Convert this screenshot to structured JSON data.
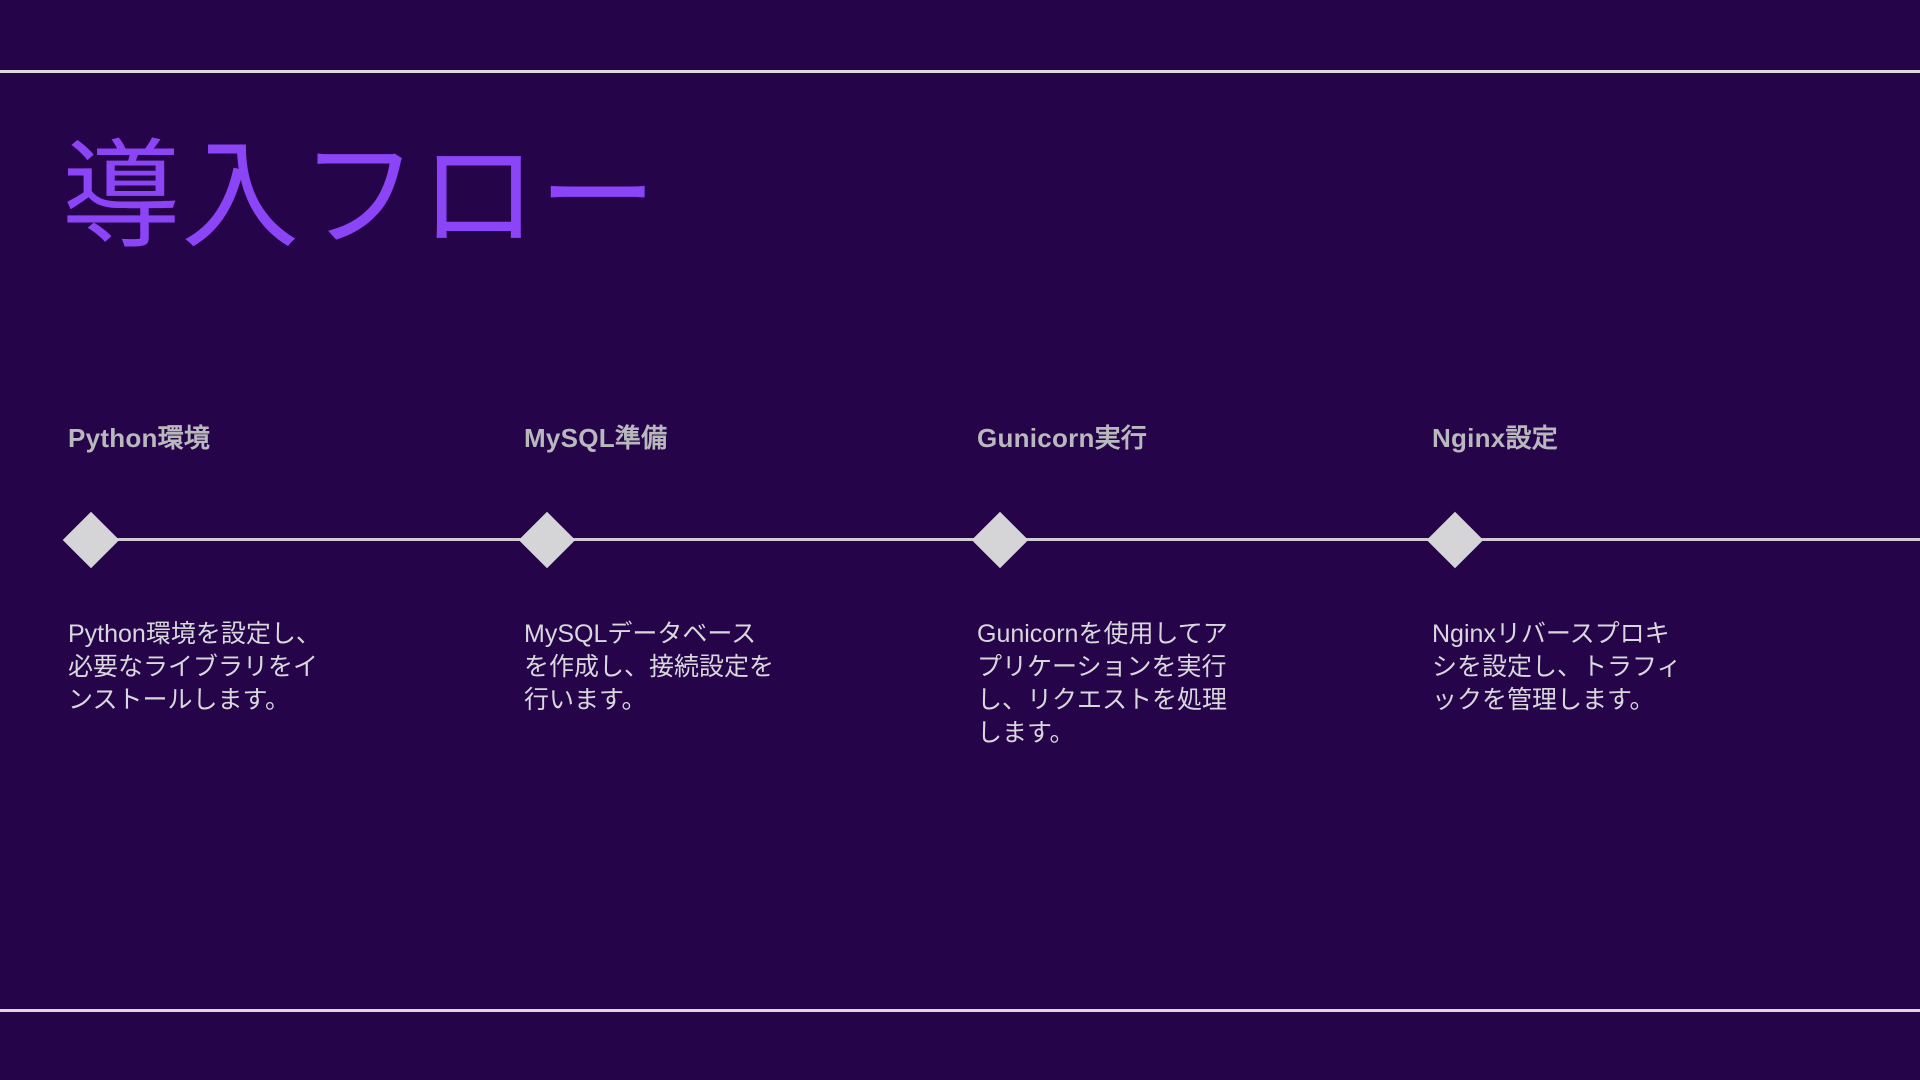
{
  "slide": {
    "title": "導入フロー",
    "background_color": "#260449",
    "title_color": "#8c44f7",
    "heading_color": "#b8b8bd",
    "body_color": "#d8d8dc",
    "marker_color": "#d5d5d8",
    "rule_color": "#dcdade"
  },
  "steps": [
    {
      "heading": "Python環境",
      "body": "Python環境を設定し、必要なライブラリをインストールします。",
      "marker": "diamond-marker"
    },
    {
      "heading": "MySQL準備",
      "body": "MySQLデータベースを作成し、接続設定を行います。",
      "marker": "diamond-marker"
    },
    {
      "heading": "Gunicorn実行",
      "body": "Gunicornを使用してアプリケーションを実行し、リクエストを処理します。",
      "marker": "diamond-marker"
    },
    {
      "heading": "Nginx設定",
      "body": "Nginxリバースプロキシを設定し、トラフィックを管理します。",
      "marker": "diamond-marker"
    }
  ]
}
